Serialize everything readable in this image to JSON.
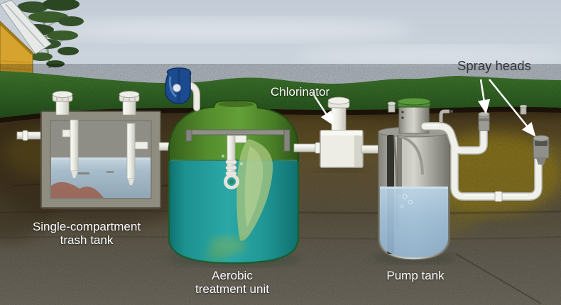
{
  "figure": {
    "type": "cross-section diagram",
    "subject": "Aerobic treatment septic system",
    "labels": {
      "chlorinator": "Chlorinator",
      "spray_heads": "Spray heads",
      "trash_tank": [
        "Single-compartment",
        "trash tank"
      ],
      "aerobic_unit": [
        "Aerobic",
        "treatment unit"
      ],
      "pump_tank": "Pump tank"
    },
    "components": [
      "house",
      "tree",
      "lawn",
      "aerator pump",
      "single-compartment trash tank",
      "aerobic treatment unit",
      "chlorinator",
      "pump tank",
      "spray heads",
      "distribution pipes"
    ],
    "colors": {
      "sky": "#ccd5dd",
      "grass": "#3c7b2c",
      "soil_dark_brown": "#4a3a22",
      "soil_yellow": "#ab9420",
      "soil_gray": "#7b7569",
      "aerobic_water_teal": "#2ba8a6",
      "aerobic_dome_green": "#558d2d",
      "trash_tank_water": "#a9becc",
      "pump_tank_water": "#9fbfd8",
      "pipe_white": "#f0f0ea",
      "aerator_pump_blue": "#1c4a8e",
      "house_wall_yellow": "#d6a42e",
      "label_white": "#ffffff",
      "label_dark": "#333538"
    }
  }
}
